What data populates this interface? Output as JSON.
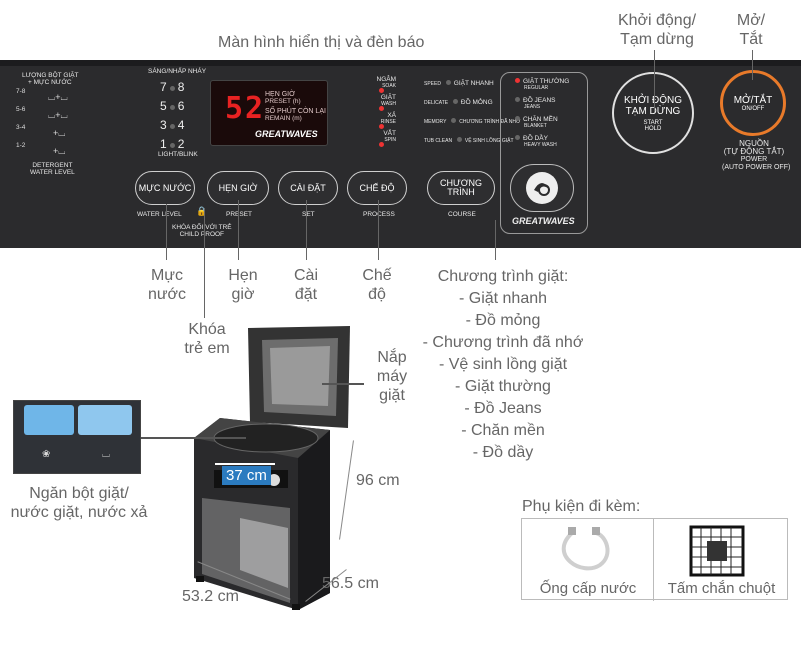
{
  "labels": {
    "display_lights": "Màn hình hiển thị và đèn báo",
    "start_pause": [
      "Khởi động/",
      "Tạm dừng"
    ],
    "on_off": [
      "Mở/",
      "Tắt"
    ],
    "water_level": [
      "Mực",
      "nước"
    ],
    "preset": [
      "Hẹn",
      "giờ"
    ],
    "set": [
      "Cài",
      "đặt"
    ],
    "process": [
      "Chế",
      "độ"
    ],
    "child_lock": [
      "Khóa",
      "trẻ em"
    ],
    "lid": [
      "Nắp",
      "máy",
      "giặt"
    ],
    "detergent_drawer": [
      "Ngăn bột giặt/",
      "nước giặt, nước xả"
    ],
    "width_cm": "53.2 cm",
    "depth_cm": "56.5 cm",
    "height_cm": "96 cm",
    "drum_cm": "37 cm"
  },
  "programs": {
    "title": "Chương trình giặt:",
    "items": [
      "- Giặt nhanh",
      "- Đồ mỏng",
      "- Chương trình đã nhớ",
      "- Vệ sinh lồng giặt",
      "- Giặt thường",
      "- Đồ Jeans",
      "- Chăn mền",
      "- Đồ dầy"
    ]
  },
  "accessories": {
    "title": "Phụ kiện đi kèm:",
    "items": [
      "Ống cấp nước",
      "Tấm chắn chuột"
    ]
  },
  "panel": {
    "detergent_title": [
      "LƯỢNG BỘT GIẶT",
      "+ MỰC NƯỚC"
    ],
    "levels": [
      "7-8",
      "5-6",
      "3-4",
      "1-2"
    ],
    "detergent_water_level": [
      "DETERGENT",
      "WATER LEVEL"
    ],
    "sang_nhap_nhay": "SÁNG/NHẤP NHÁY",
    "num_rows": [
      [
        "7",
        "8"
      ],
      [
        "5",
        "6"
      ],
      [
        "3",
        "4"
      ],
      [
        "1",
        "2"
      ]
    ],
    "light_blink": "LIGHT/BLINK",
    "display_value": "52",
    "display_texts": [
      "HẸN GIỜ",
      "PRESET (h)",
      "SỐ PHÚT CÒN LẠI",
      "REMAIN (m)"
    ],
    "brand": "GREATWAVES",
    "stages": [
      [
        "NGÂM",
        "SOAK"
      ],
      [
        "GIẶT",
        "WASH"
      ],
      [
        "XẢ",
        "RINSE"
      ],
      [
        "VẮT",
        "SPIN"
      ]
    ],
    "courses_left": [
      [
        "SPEED",
        "GIẶT NHANH"
      ],
      [
        "DELICATE",
        "ĐỒ MỎNG"
      ],
      [
        "MEMORY",
        "CHƯƠNG TRÌNH ĐÃ NHỚ"
      ],
      [
        "TUB CLEAN",
        "VỆ SINH LỒNG GIẶT"
      ]
    ],
    "courses_right": [
      [
        "GIẶT THƯỜNG",
        "REGULAR"
      ],
      [
        "ĐỒ JEANS",
        "JEANS"
      ],
      [
        "CHĂN MỀN",
        "BLANKET"
      ],
      [
        "ĐỒ DẦY",
        "HEAVY WASH"
      ]
    ],
    "btn_water": "MỰC NƯỚC",
    "btn_preset": "HẸN GIỜ",
    "btn_set": "CÀI ĐẶT",
    "btn_process": "CHẾ ĐỘ",
    "btn_course": [
      "CHƯƠNG",
      "TRÌNH"
    ],
    "lbl_water": "WATER LEVEL",
    "lbl_preset": "PRESET",
    "lbl_set": "SET",
    "lbl_process": "PROCESS",
    "lbl_course": "COURSE",
    "child_proof": [
      "KHÓA ĐỐI VỚI TRẺ",
      "CHILD PROOF"
    ],
    "start_btn": [
      "KHỞI ĐỘNG",
      "TẠM DỪNG"
    ],
    "start_sub": [
      "START",
      "HOLD"
    ],
    "power_btn": "MỞ/TẮT",
    "power_sub": "ON/OFF",
    "power_desc": [
      "NGUỒN",
      "(TỰ ĐỘNG TẮT)",
      "POWER",
      "(AUTO POWER OFF)"
    ]
  },
  "colors": {
    "panel": "#2b2b2d",
    "led": "#e82222",
    "power_ring": "#e87a2a"
  }
}
